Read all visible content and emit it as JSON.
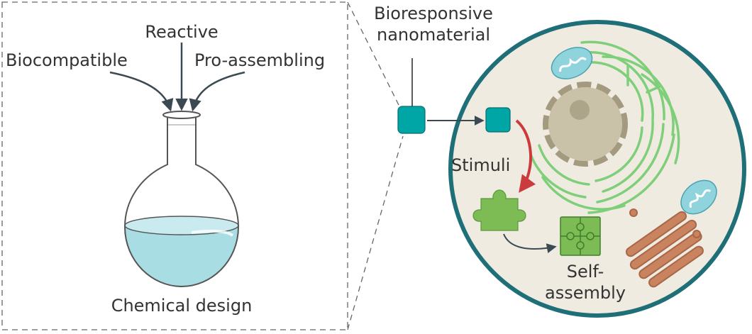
{
  "flask_panel": {
    "inputs": [
      "Reactive",
      "Biocompatible",
      "Pro-assembling"
    ],
    "caption": "Chemical design"
  },
  "nanomaterial": {
    "label_line1": "Bioresponsive",
    "label_line2": "nanomaterial"
  },
  "cell": {
    "stimuli_label": "Stimuli",
    "self_assembly_line1": "Self-",
    "self_assembly_line2": "assembly"
  },
  "colors": {
    "teal_block": "#00a6a6",
    "cell_border": "#1f6f78",
    "cytoplasm": "#efebe1",
    "er_green": "#7fcf7a",
    "puzzle_green": "#7dbb55",
    "mitochondria": "#8fd3dc",
    "golgi": "#c9835f",
    "nucleus": "#c9c2a8",
    "stimuli_arrow": "#cc3b3b",
    "arrow_dark": "#3b4a52",
    "flask_liquid": "#a8dde3"
  }
}
